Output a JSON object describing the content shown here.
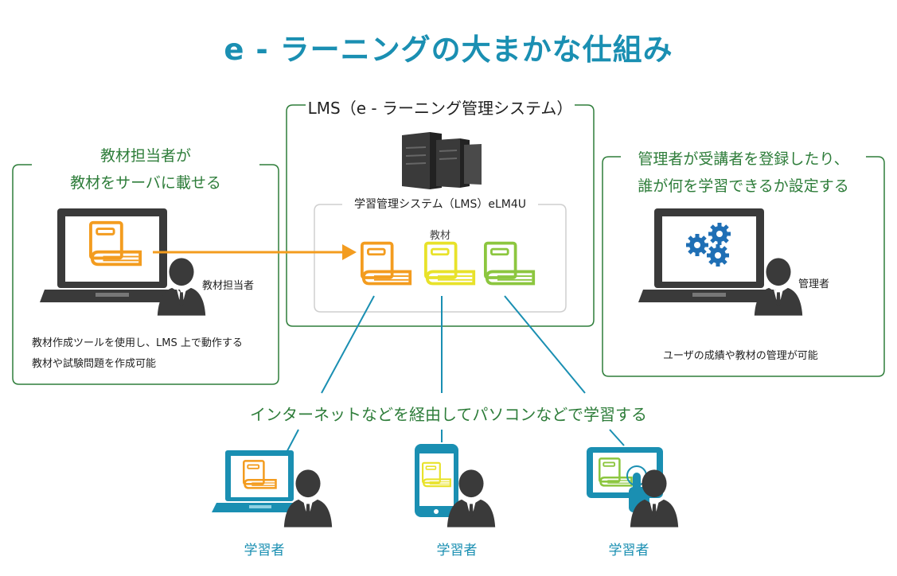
{
  "title": "e - ラーニングの大まかな仕組み",
  "lms": {
    "title": "LMS（e - ラーニング管理システム）",
    "system_label": "学習管理システム（LMS）eLM4U",
    "materials_label": "教材"
  },
  "author": {
    "heading_line1": "教材担当者が",
    "heading_line2": "教材をサーバに載せる",
    "person_label": "教材担当者",
    "desc_line1": "教材作成ツールを使用し、LMS 上で動作する",
    "desc_line2": "教材や試験問題を作成可能"
  },
  "admin": {
    "heading_line1": "管理者が受講者を登録したり、",
    "heading_line2": "誰が何を学習できるか設定する",
    "person_label": "管理者",
    "desc": "ユーザの成績や教材の管理が可能"
  },
  "network_label": "インターネットなどを経由してパソコンなどで学習する",
  "learners": [
    {
      "label": "学習者",
      "device": "laptop-icon"
    },
    {
      "label": "学習者",
      "device": "smartphone-icon"
    },
    {
      "label": "学習者",
      "device": "tablet-icon"
    }
  ],
  "colors": {
    "title": "#1a8fb2",
    "green_text": "#2e7d3a",
    "box_border": "#2e7d3a",
    "orange": "#f39c1f",
    "yellow": "#e8e22a",
    "lime": "#8cc63f",
    "line_blue": "#1a8fb2",
    "person": "#3a3a3a"
  }
}
